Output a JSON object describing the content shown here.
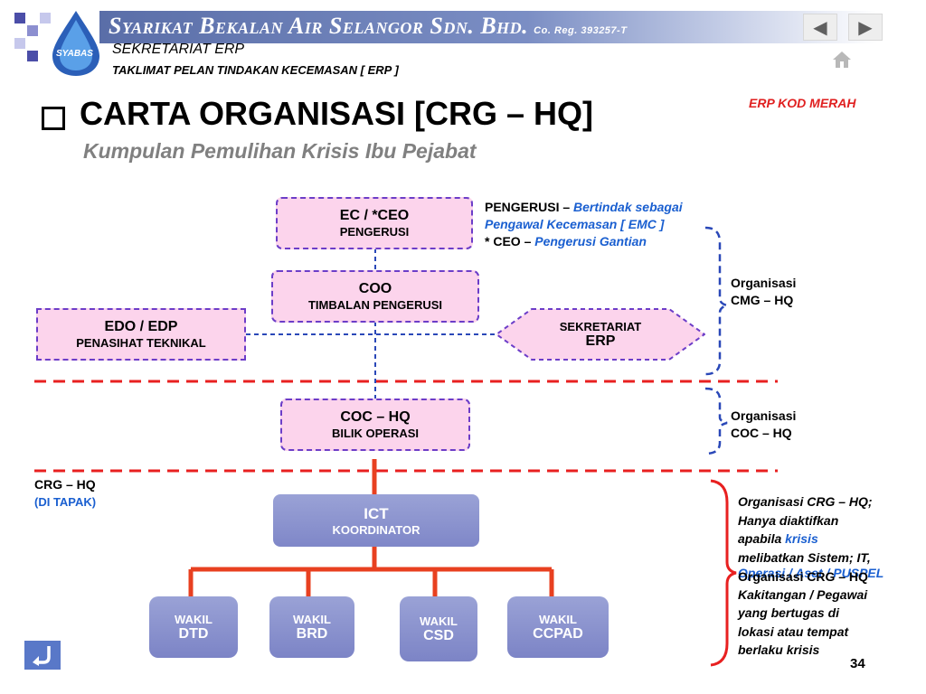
{
  "header": {
    "company": "Syarikat Bekalan Air Selangor Sdn. Bhd.",
    "registration": "Co. Reg. 393257-T",
    "logo_text": "SYABAS",
    "line1": "SEKRETARIAT ERP",
    "line2": "TAKLIMAT PELAN TINDAKAN KECEMASAN [ ERP ]"
  },
  "nav": {
    "prev_icon": "left-triangle-icon",
    "next_icon": "right-triangle-icon",
    "home_icon": "home-icon",
    "back_icon": "return-arrow-icon"
  },
  "code_label": "ERP KOD MERAH",
  "title": "CARTA ORGANISASI [CRG – HQ]",
  "subtitle": "Kumpulan Pemulihan Krisis Ibu Pejabat",
  "boxes": {
    "ec": {
      "line1": "EC / *CEO",
      "line2": "PENGERUSI"
    },
    "coo": {
      "line1": "COO",
      "line2": "TIMBALAN PENGERUSI"
    },
    "edo": {
      "line1": "EDO / EDP",
      "line2": "PENASIHAT TEKNIKAL"
    },
    "sek": {
      "line1": "SEKRETARIAT",
      "line2": "ERP"
    },
    "coc": {
      "line1": "COC – HQ",
      "line2": "BILIK OPERASI"
    },
    "ict": {
      "line1": "ICT",
      "line2": "KOORDINATOR"
    }
  },
  "wakil": [
    {
      "line1": "WAKIL",
      "line2": "DTD"
    },
    {
      "line1": "WAKIL",
      "line2": "BRD"
    },
    {
      "line1": "WAKIL",
      "line2": "CSD"
    },
    {
      "line1": "WAKIL",
      "line2": "CCPAD"
    }
  ],
  "notes": {
    "pengerusi_label": "PENGERUSI – ",
    "pengerusi_desc1": "Bertindak sebagai",
    "pengerusi_desc2": "Pengawal Kecemasan [ EMC ]",
    "ceo_label": "* CEO – ",
    "ceo_desc": "Pengerusi Gantian",
    "cmg_line1": "Organisasi",
    "cmg_line2": "CMG – HQ",
    "coc_line1": "Organisasi",
    "coc_line2": "COC – HQ",
    "crg_line1": "CRG – HQ",
    "crg_line2": "(DI TAPAK)",
    "crg_desc": {
      "l1": "Organisasi CRG – HQ;",
      "l2": "Hanya diaktifkan",
      "l3a": "apabila ",
      "l3b": "krisis",
      "l4": "melibatkan Sistem; IT,",
      "l6": "Kakitangan / Pegawai",
      "l7": "yang bertugas di",
      "l8": "lokasi atau tempat",
      "l9": "berlaku krisis"
    },
    "overlap_black": "Organisasi CRG – HQ",
    "overlap_blue": "Operasi / Aset / PUSPEL"
  },
  "page_number": "34",
  "colors": {
    "box_fill": "#fcd4ec",
    "box_border": "#6c3dc8",
    "red_line": "#e82020",
    "blue_text": "#1a5fd0",
    "ict_fill": "#8a92cf"
  }
}
